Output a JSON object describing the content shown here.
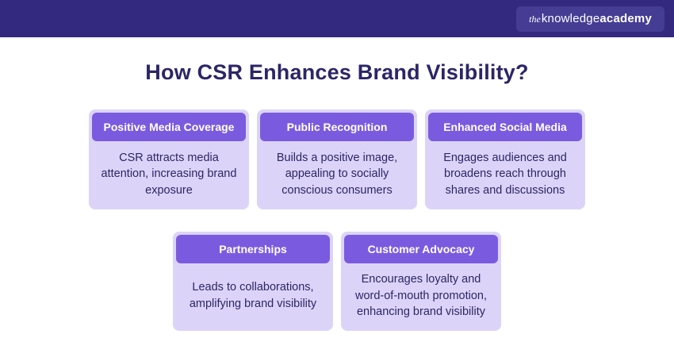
{
  "header": {
    "logo": {
      "prefix": "the",
      "name": "knowledge",
      "suffix": "academy"
    }
  },
  "title": "How CSR Enhances Brand Visibility?",
  "cards": [
    {
      "title": "Positive Media Coverage",
      "body": "CSR attracts media attention, increasing brand exposure"
    },
    {
      "title": "Public Recognition",
      "body": "Builds a positive image, appealing to socially conscious consumers"
    },
    {
      "title": "Enhanced Social Media",
      "body": "Engages audiences and broadens reach through shares and discussions"
    },
    {
      "title": "Partnerships",
      "body": "Leads to collaborations, amplifying brand visibility"
    },
    {
      "title": "Customer Advocacy",
      "body": "Encourages loyalty and word-of-mouth promotion, enhancing brand visibility"
    }
  ],
  "colors": {
    "topbar": "#33297E",
    "logo_badge": "#453D93",
    "title_text": "#2B2667",
    "card_header": "#7A5BE0",
    "card_body_bg": "#DCD4F8",
    "card_text": "#2B2667"
  }
}
